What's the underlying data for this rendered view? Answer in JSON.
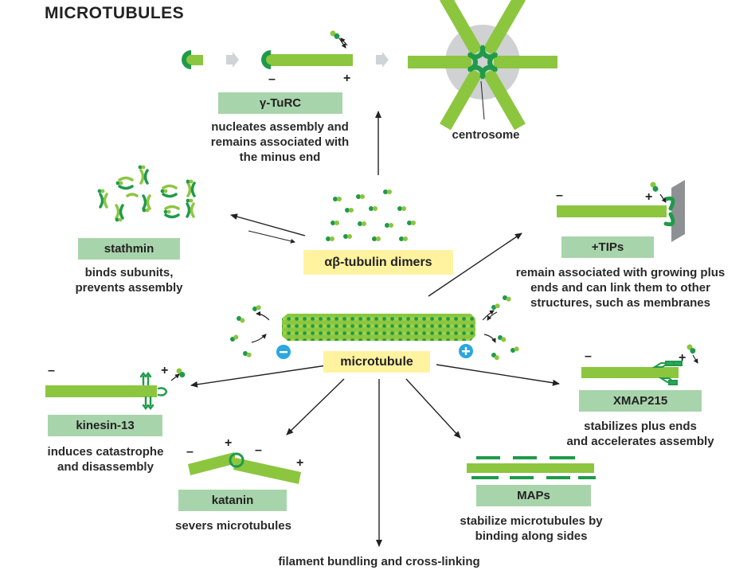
{
  "title": "MICROTUBULES",
  "colors": {
    "light_green": "#8cc63f",
    "dark_green": "#1f9a4a",
    "label_box": "#a8d4ab",
    "yellow_box": "#fff3a0",
    "centrosome": "#cfd1d2",
    "blue_end": "#2aa7df"
  },
  "center": {
    "dimers_label": "αβ-tubulin dimers",
    "microtubule_label": "microtubule",
    "minus": "−",
    "plus": "+"
  },
  "gamma_turc": {
    "box": "γ-TuRC",
    "desc": [
      "nucleates assembly and",
      "remains associated with",
      "the minus end"
    ],
    "minus": "–",
    "plus": "+",
    "centrosome_label": "centrosome"
  },
  "stathmin": {
    "box": "stathmin",
    "desc": [
      "binds subunits,",
      "prevents assembly"
    ]
  },
  "tips": {
    "box": "+TIPs",
    "desc": [
      "remain associated with growing plus",
      "ends and can link them to other",
      "structures, such as membranes"
    ],
    "minus": "–",
    "plus": "+"
  },
  "kinesin": {
    "box": "kinesin-13",
    "desc": [
      "induces catastrophe",
      "and disassembly"
    ],
    "minus": "–",
    "plus": "+"
  },
  "katanin": {
    "box": "katanin",
    "desc": [
      "severs microtubules"
    ],
    "left_minus": "–",
    "left_plus": "+",
    "right_minus": "–",
    "right_plus": "+"
  },
  "maps": {
    "box": "MAPs",
    "desc": [
      "stabilize microtubules by",
      "binding along sides"
    ]
  },
  "xmap": {
    "box": "XMAP215",
    "desc": [
      "stabilizes plus ends",
      "and accelerates assembly"
    ],
    "minus": "–",
    "plus": "+"
  },
  "bundling": {
    "desc": "filament bundling and cross-linking"
  }
}
